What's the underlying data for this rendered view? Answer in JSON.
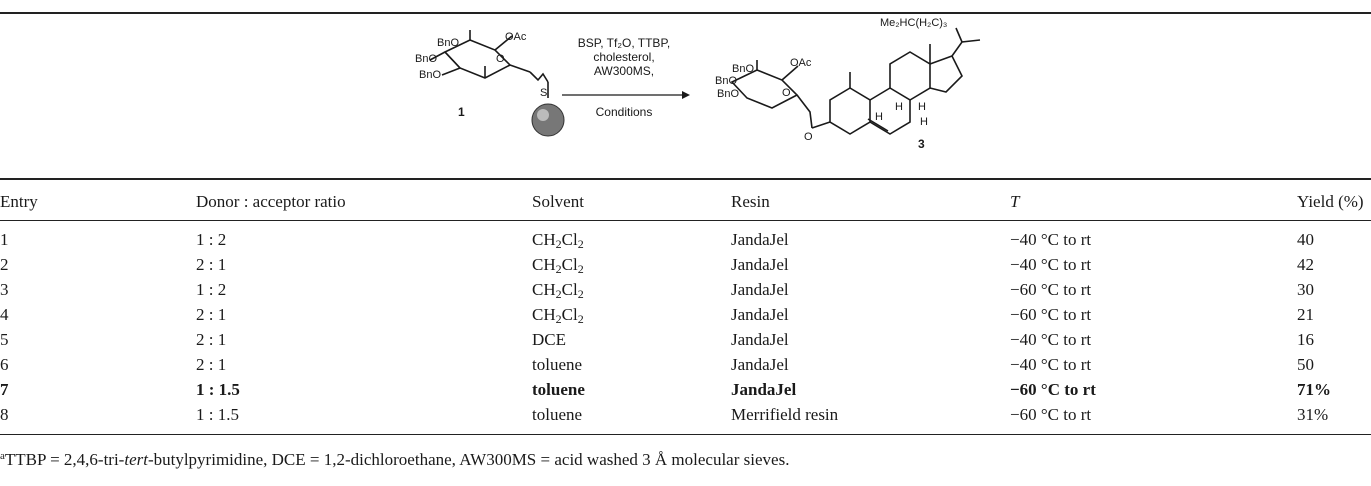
{
  "scheme": {
    "donor_label": "1",
    "product_label": "3",
    "donor_groups": [
      "BnO",
      "BnO",
      "BnO",
      "OAc",
      "O",
      "S"
    ],
    "product_groups": [
      "BnO",
      "BnO",
      "BnO",
      "OAc",
      "O",
      "O"
    ],
    "sidechain": "Me₂HC(H₂C)₃",
    "ring_h": [
      "H",
      "H",
      "H",
      "H"
    ],
    "reagent_lines": [
      "BSP, Tf₂O, TTBP,",
      "cholesterol,",
      "AW300MS,"
    ],
    "conditions_label": "Conditions"
  },
  "table": {
    "headers": [
      "Entry",
      "Donor : acceptor ratio",
      "Solvent",
      "Resin",
      "T",
      "Yield (%)"
    ],
    "rows": [
      {
        "entry": "1",
        "ratio": "1 : 2",
        "solvent": "CH",
        "solvent_sub1": "2",
        "solvent_mid": "Cl",
        "solvent_sub2": "2",
        "resin": "JandaJel",
        "temp": "−40 °C to rt",
        "yield": "40"
      },
      {
        "entry": "2",
        "ratio": "2 : 1",
        "solvent": "CH",
        "solvent_sub1": "2",
        "solvent_mid": "Cl",
        "solvent_sub2": "2",
        "resin": "JandaJel",
        "temp": "−40 °C to rt",
        "yield": "42"
      },
      {
        "entry": "3",
        "ratio": "1 : 2",
        "solvent": "CH",
        "solvent_sub1": "2",
        "solvent_mid": "Cl",
        "solvent_sub2": "2",
        "resin": "JandaJel",
        "temp": "−60 °C to rt",
        "yield": "30"
      },
      {
        "entry": "4",
        "ratio": "2 : 1",
        "solvent": "CH",
        "solvent_sub1": "2",
        "solvent_mid": "Cl",
        "solvent_sub2": "2",
        "resin": "JandaJel",
        "temp": "−60 °C to rt",
        "yield": "21"
      },
      {
        "entry": "5",
        "ratio": "2 : 1",
        "solvent": "DCE",
        "resin": "JandaJel",
        "temp": "−40 °C to rt",
        "yield": "16"
      },
      {
        "entry": "6",
        "ratio": "2 : 1",
        "solvent": "toluene",
        "resin": "JandaJel",
        "temp": "−40 °C to rt",
        "yield": "50"
      },
      {
        "entry": "7",
        "ratio": "1 : 1.5",
        "solvent": "toluene",
        "resin": "JandaJel",
        "temp": "−60 °C to rt",
        "yield": "71%",
        "bold": true
      },
      {
        "entry": "8",
        "ratio": "1 : 1.5",
        "solvent": "toluene",
        "resin": "Merrifield resin",
        "temp": "−60 °C to rt",
        "yield": "31%"
      }
    ]
  },
  "footnote": {
    "marker": "a",
    "pre": "TTBP = 2,4,6-tri-",
    "italic": "tert",
    "post": "-butylpyrimidine, DCE = 1,2-dichloroethane, AW300MS = acid washed 3 Å molecular sieves."
  }
}
